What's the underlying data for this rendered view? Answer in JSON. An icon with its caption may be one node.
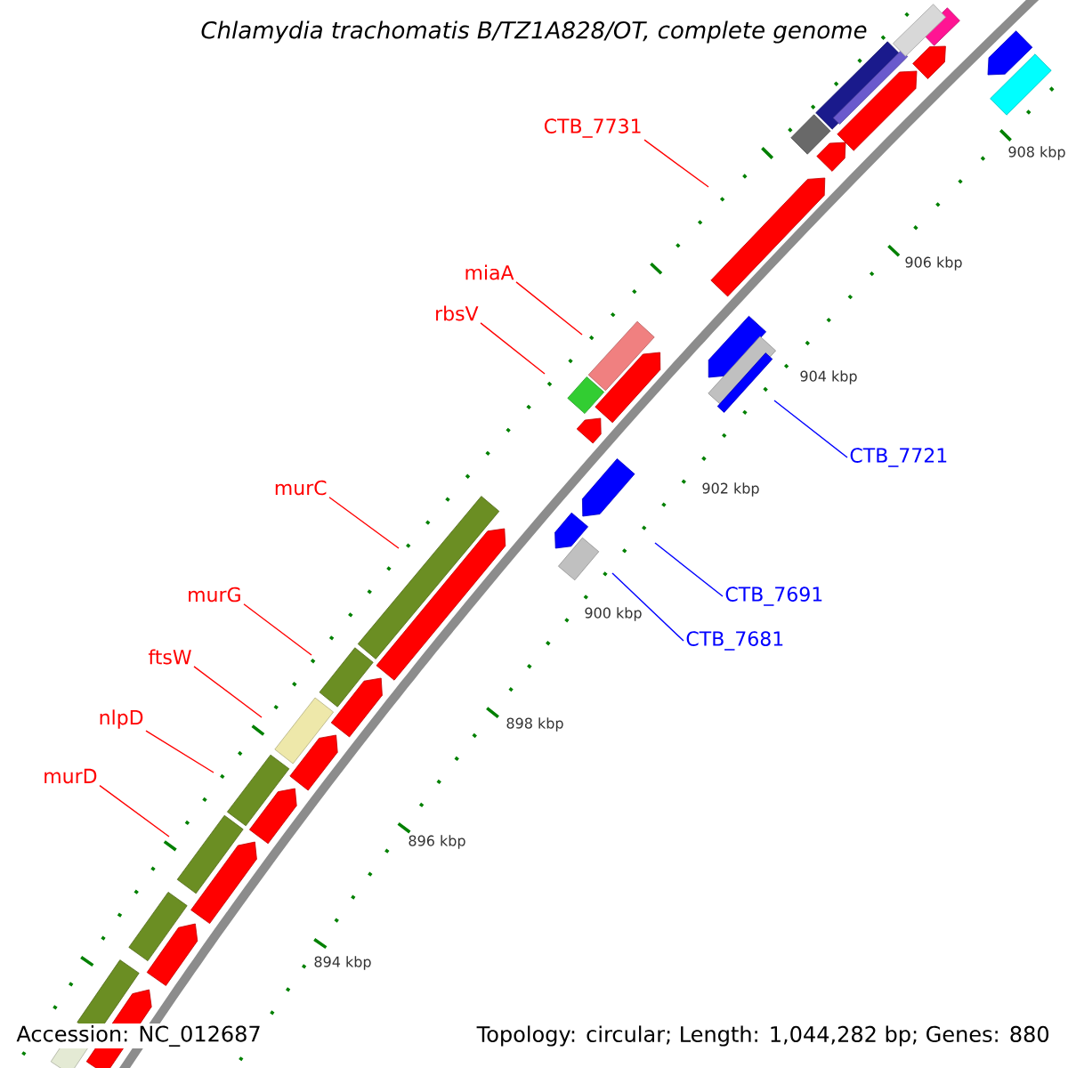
{
  "diagram": {
    "title": "Chlamydia trachomatis B/TZ1A828/OT, complete genome",
    "nodes": [
      {
        "text": [
          "CTB_7731"
        ]
      },
      {
        "text": [
          "miaA"
        ]
      },
      {
        "text": [
          "rbsV"
        ]
      },
      {
        "text": [
          "CTB_7721"
        ]
      },
      {
        "text": [
          "murC"
        ]
      },
      {
        "text": [
          "murG"
        ]
      },
      {
        "text": [
          "CTB_7691"
        ]
      },
      {
        "text": [
          "CTB_7681"
        ]
      },
      {
        "text": [
          "ftsW"
        ]
      },
      {
        "text": [
          "nlpD"
        ]
      },
      {
        "text": [
          "murD"
        ]
      }
    ],
    "edges": [
      {
        "from": 0,
        "to": null,
        "arrow": "none"
      },
      {
        "from": 1,
        "to": null,
        "arrow": "none"
      },
      {
        "from": 2,
        "to": null,
        "arrow": "none"
      },
      {
        "from": 3,
        "to": null,
        "arrow": "none",
        "color": "#0000ff"
      },
      {
        "from": 4,
        "to": null,
        "arrow": "none"
      },
      {
        "from": 5,
        "to": null,
        "arrow": "none"
      },
      {
        "from": 6,
        "to": null,
        "arrow": "none",
        "color": "#0000ff"
      },
      {
        "from": 7,
        "to": null,
        "arrow": "none",
        "color": "#0000ff"
      },
      {
        "from": 8,
        "to": null,
        "arrow": "none"
      },
      {
        "from": 9,
        "to": null,
        "arrow": "none"
      },
      {
        "from": 10,
        "to": null,
        "arrow": "none"
      }
    ],
    "labels": [
      "908 kbp",
      "906 kbp",
      "904 kbp",
      "902 kbp",
      "900 kbp",
      "898 kbp",
      "896 kbp",
      "894 kbp",
      "Accession: NC_012687",
      "Topology: circular; Length: 1,044,282 bp; Genes: 880"
    ]
  }
}
